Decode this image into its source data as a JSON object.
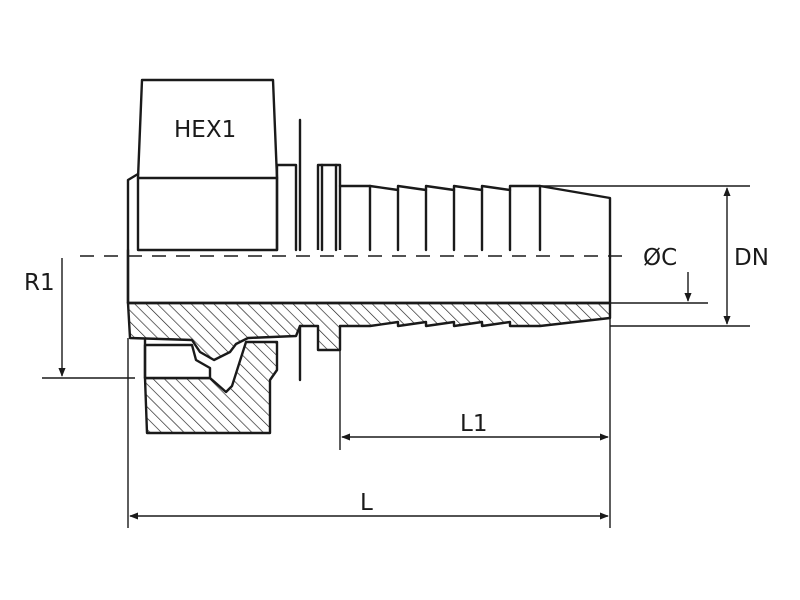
{
  "labels": {
    "hex": "HEX1",
    "r1": "R1",
    "oc": "ØC",
    "dn": "DN",
    "l1": "L1",
    "l": "L"
  },
  "colors": {
    "line": "#1a1a1a",
    "background": "#ffffff"
  }
}
